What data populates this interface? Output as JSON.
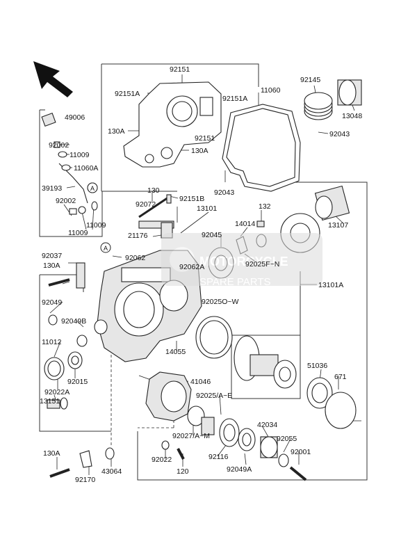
{
  "watermark": {
    "line1": "MOTORCYCLE",
    "line2": "SPARE PARTS",
    "color": "#c8c8c8"
  },
  "callouts": {
    "ref_a": "A",
    "ref_b": "A"
  },
  "labels": [
    {
      "id": "l92151",
      "text": "92151"
    },
    {
      "id": "l92151A_a",
      "text": "92151A"
    },
    {
      "id": "l92151A_b",
      "text": "92151A"
    },
    {
      "id": "l11060",
      "text": "11060"
    },
    {
      "id": "l92145",
      "text": "92145"
    },
    {
      "id": "l13048",
      "text": "13048"
    },
    {
      "id": "l49006",
      "text": "49006"
    },
    {
      "id": "l130A_a",
      "text": "130A"
    },
    {
      "id": "l92151_b",
      "text": "92151"
    },
    {
      "id": "l130A_b",
      "text": "130A"
    },
    {
      "id": "l92043_a",
      "text": "92043"
    },
    {
      "id": "l92002_a",
      "text": "92002"
    },
    {
      "id": "l11009_a",
      "text": "11009"
    },
    {
      "id": "l11060A",
      "text": "11060A"
    },
    {
      "id": "l130",
      "text": "130"
    },
    {
      "id": "l92043_b",
      "text": "92043"
    },
    {
      "id": "l39193",
      "text": "39193"
    },
    {
      "id": "l92072",
      "text": "92072"
    },
    {
      "id": "l92151B",
      "text": "92151B"
    },
    {
      "id": "l13101",
      "text": "13101"
    },
    {
      "id": "l92002_b",
      "text": "92002"
    },
    {
      "id": "l11009_b",
      "text": "11009"
    },
    {
      "id": "l11009_c",
      "text": "11009"
    },
    {
      "id": "l132",
      "text": "132"
    },
    {
      "id": "l13107",
      "text": "13107"
    },
    {
      "id": "l14014",
      "text": "14014"
    },
    {
      "id": "l92045",
      "text": "92045"
    },
    {
      "id": "l21176",
      "text": "21176"
    },
    {
      "id": "l92037",
      "text": "92037"
    },
    {
      "id": "l92062",
      "text": "92062"
    },
    {
      "id": "l92062A",
      "text": "92062A"
    },
    {
      "id": "l92025FN",
      "text": "92025F~N"
    },
    {
      "id": "l130A_c",
      "text": "130A"
    },
    {
      "id": "l13101A",
      "text": "13101A"
    },
    {
      "id": "l92049",
      "text": "92049"
    },
    {
      "id": "l92025OW",
      "text": "92025O~W"
    },
    {
      "id": "l92049B",
      "text": "92049B"
    },
    {
      "id": "l11012",
      "text": "11012"
    },
    {
      "id": "l14055",
      "text": "14055"
    },
    {
      "id": "l51036",
      "text": "51036"
    },
    {
      "id": "l671",
      "text": "671"
    },
    {
      "id": "l92015",
      "text": "92015"
    },
    {
      "id": "l41046",
      "text": "41046"
    },
    {
      "id": "l92022A",
      "text": "92022A"
    },
    {
      "id": "l13151",
      "text": "13151"
    },
    {
      "id": "l92025AE",
      "text": "92025/A~E"
    },
    {
      "id": "l42034",
      "text": "42034"
    },
    {
      "id": "l92027AM",
      "text": "92027/A~M"
    },
    {
      "id": "l92055",
      "text": "92055"
    },
    {
      "id": "l130A_d",
      "text": "130A"
    },
    {
      "id": "l92001",
      "text": "92001"
    },
    {
      "id": "l92022",
      "text": "92022"
    },
    {
      "id": "l92116",
      "text": "92116"
    },
    {
      "id": "l92049A",
      "text": "92049A"
    },
    {
      "id": "l43064",
      "text": "43064"
    },
    {
      "id": "l120",
      "text": "120"
    },
    {
      "id": "l92170",
      "text": "92170"
    }
  ]
}
